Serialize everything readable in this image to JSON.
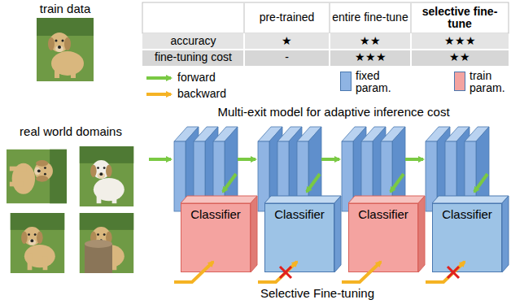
{
  "diagram": {
    "nodes": [
      {
        "text": [
          "Classifier"
        ]
      },
      {
        "text": [
          "Classifier"
        ]
      },
      {
        "text": [
          "Classifier"
        ]
      },
      {
        "text": [
          "Classifier"
        ]
      }
    ],
    "labels": [
      "train data",
      "real world domains",
      "pre-trained",
      "entire fine-tune",
      "selective fine-tune",
      "accuracy",
      "★",
      "★★",
      "★★★",
      "fine-tuning cost",
      "-",
      "★★★",
      "★★",
      "Multi-exit model for adaptive inference cost",
      "Selective Fine-tuning"
    ],
    "legend": [
      {
        "text": "forward"
      },
      {
        "text": "backward"
      },
      {
        "text": "fixed param.",
        "color": "#8fb4e3"
      },
      {
        "text": "train param.",
        "color": "#f4a3a0"
      }
    ]
  }
}
